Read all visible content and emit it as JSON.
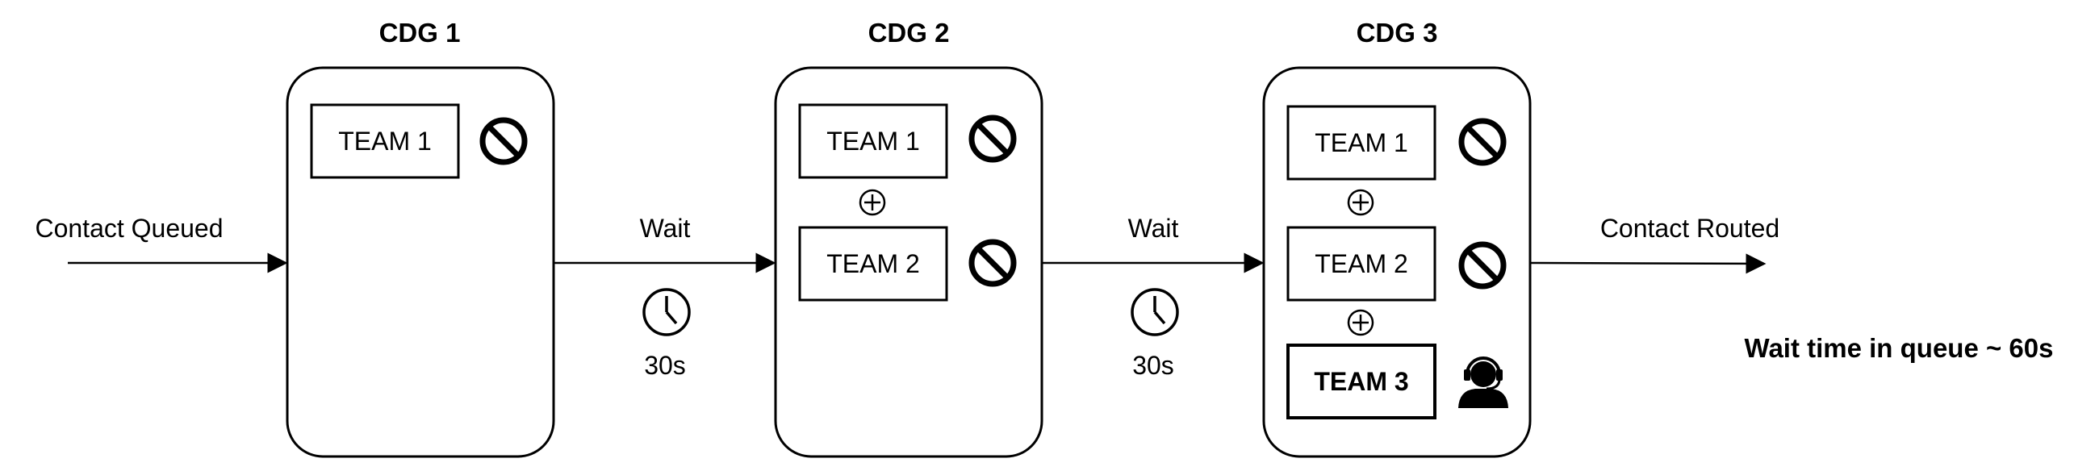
{
  "stages": [
    {
      "title": "CDG 1",
      "teams": [
        {
          "label": "TEAM 1",
          "status": "unavailable"
        }
      ]
    },
    {
      "title": "CDG 2",
      "teams": [
        {
          "label": "TEAM 1",
          "status": "unavailable"
        },
        {
          "label": "TEAM 2",
          "status": "unavailable"
        }
      ]
    },
    {
      "title": "CDG 3",
      "teams": [
        {
          "label": "TEAM 1",
          "status": "unavailable"
        },
        {
          "label": "TEAM 2",
          "status": "unavailable"
        },
        {
          "label": "TEAM 3",
          "status": "available"
        }
      ]
    }
  ],
  "flow": {
    "start_label": "Contact Queued",
    "wait_label": "Wait",
    "wait_duration": "30s",
    "end_label": "Contact Routed"
  },
  "summary": "Wait time in queue ~ 60s",
  "icons": {
    "unavailable": "no-entry-icon",
    "available": "agent-headset-icon",
    "wait": "clock-icon",
    "combine": "circled-plus-icon"
  }
}
